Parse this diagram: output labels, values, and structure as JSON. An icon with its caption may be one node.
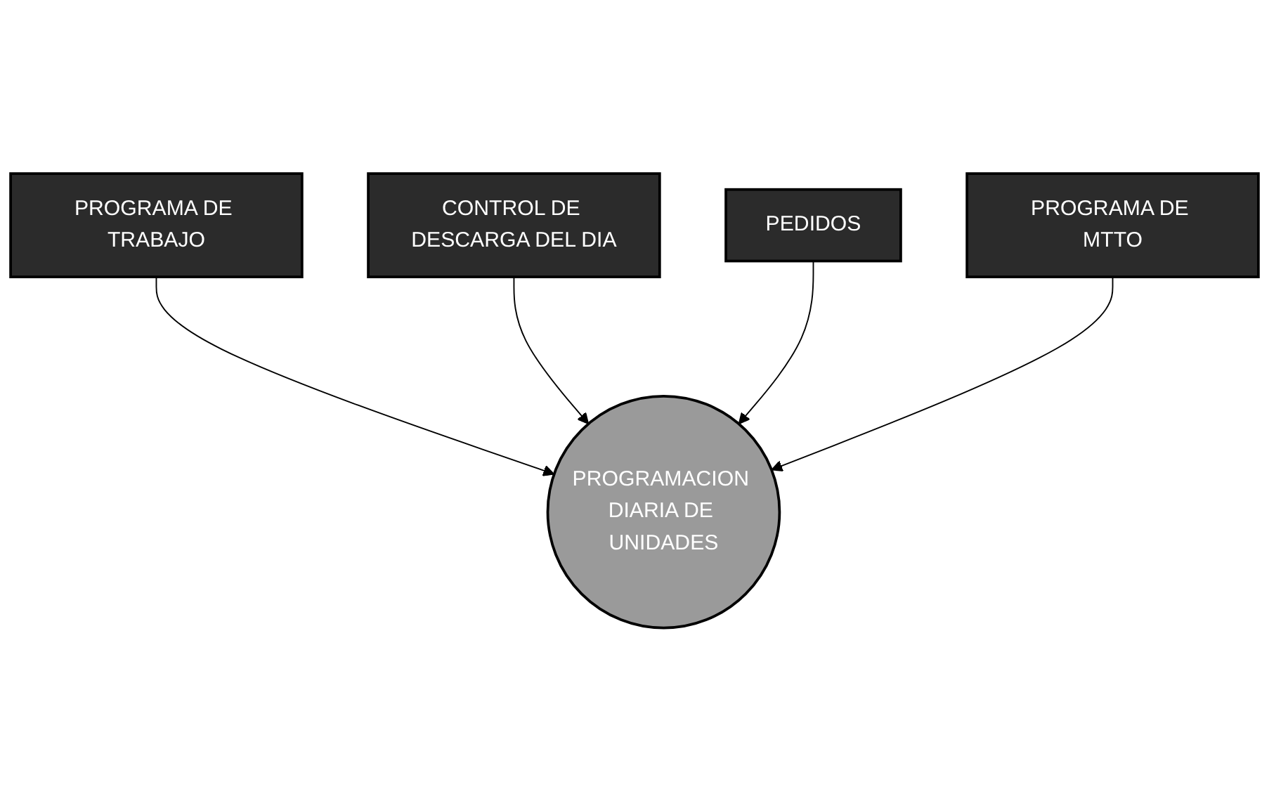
{
  "diagram": {
    "nodes": [
      {
        "text": [
          "PROGRAMA DE TRABAJO"
        ]
      },
      {
        "text": [
          "CONTROL DE DESCARGA DEL DIA"
        ]
      },
      {
        "text": [
          "PROGRAMACION DIARIA DE UNIDADES"
        ]
      },
      {
        "text": [
          "PEDIDOS"
        ]
      },
      {
        "text": [
          "PROGRAMA DE MTTO"
        ]
      }
    ],
    "edges": [
      {
        "from": 0,
        "to": 2,
        "arrow": "to"
      },
      {
        "from": 1,
        "to": 2,
        "arrow": "to"
      },
      {
        "from": 3,
        "to": 2,
        "arrow": "to"
      },
      {
        "from": 4,
        "to": 2,
        "arrow": "to"
      }
    ]
  }
}
